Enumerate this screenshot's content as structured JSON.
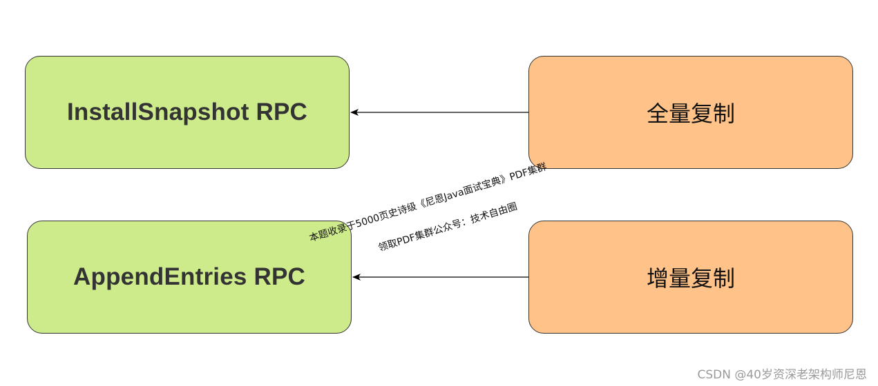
{
  "diagram": {
    "nodes": {
      "install_snapshot": {
        "label": "InstallSnapshot RPC",
        "color": "#cdeb8b"
      },
      "full_copy": {
        "label": "全量复制",
        "color": "#ffc288"
      },
      "append_entries": {
        "label": "AppendEntries RPC",
        "color": "#cdeb8b"
      },
      "incremental_copy": {
        "label": "增量复制",
        "color": "#ffc288"
      }
    },
    "edges": [
      {
        "from": "full_copy",
        "to": "install_snapshot"
      },
      {
        "from": "incremental_copy",
        "to": "append_entries"
      }
    ]
  },
  "watermark": {
    "line1": "本题收录于5000页史诗级《尼恩Java面试宝典》PDF集群",
    "line2": "领取PDF集群公众号：技术自由圈"
  },
  "credit": "CSDN @40岁资深老架构师尼恩"
}
